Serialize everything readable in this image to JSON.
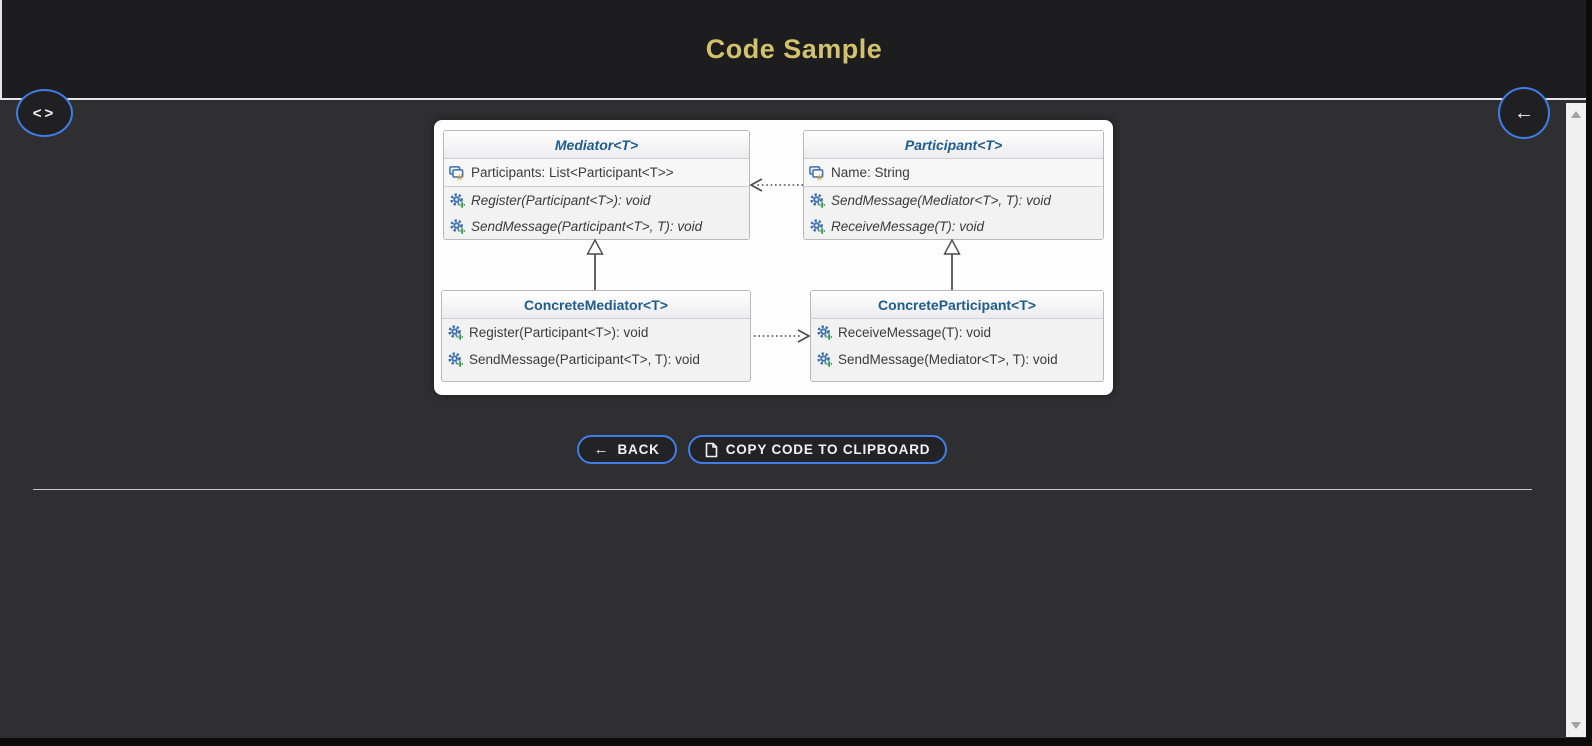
{
  "header": {
    "title": "Code Sample"
  },
  "floating": {
    "code_icon": "<>",
    "back_icon": "←"
  },
  "diagram": {
    "classes": [
      {
        "name": "Mediator<T>",
        "stereotype": "abstract",
        "properties": [
          "Participants: List<Participant<T>>"
        ],
        "methods": [
          "Register(Participant<T>): void",
          "SendMessage(Participant<T>, T): void"
        ]
      },
      {
        "name": "Participant<T>",
        "stereotype": "abstract",
        "properties": [
          "Name: String"
        ],
        "methods": [
          "SendMessage(Mediator<T>, T): void",
          "ReceiveMessage(T): void"
        ]
      },
      {
        "name": "ConcreteMediator<T>",
        "stereotype": "concrete",
        "properties": [],
        "methods": [
          "Register(Participant<T>): void",
          "SendMessage(Participant<T>, T): void"
        ]
      },
      {
        "name": "ConcreteParticipant<T>",
        "stereotype": "concrete",
        "properties": [],
        "methods": [
          "ReceiveMessage(T): void",
          "SendMessage(Mediator<T>, T): void"
        ]
      }
    ],
    "relations": [
      "Participant<T> ..> Mediator<T> (dashed association)",
      "ConcreteMediator<T> --|> Mediator<T> (inheritance)",
      "ConcreteParticipant<T> --|> Participant<T> (inheritance)",
      "ConcreteMediator<T> ..> ConcreteParticipant<T> (dashed dependency)"
    ]
  },
  "actions": {
    "back_label": "BACK",
    "copy_label": "COPY CODE TO CLIPBOARD"
  },
  "colors": {
    "accent_blue": "#3f7de8",
    "title_gold": "#d2c26b",
    "class_title_blue": "#1d5c8f",
    "header_bg": "#1d1d1f",
    "content_bg": "#2f2f31"
  }
}
